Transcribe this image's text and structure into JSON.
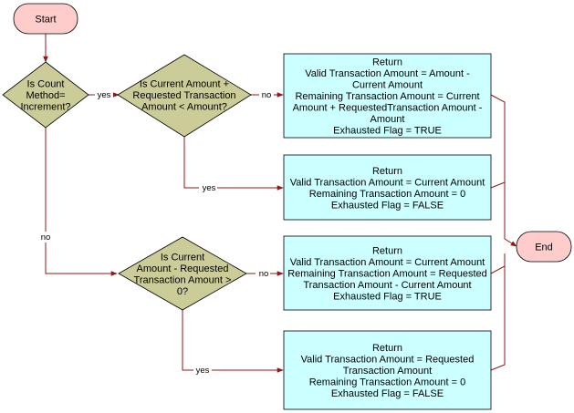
{
  "nodes": {
    "start": {
      "lines": [
        "Start"
      ]
    },
    "end": {
      "lines": [
        "End"
      ]
    },
    "decision_count_method": {
      "lines": [
        "Is Count",
        "Method=",
        "Increment?"
      ]
    },
    "decision_current_plus": {
      "lines": [
        "Is Current Amount +",
        "Requested Transaction",
        "Amount < Amount?"
      ]
    },
    "decision_current_minus": {
      "lines": [
        "Is Current",
        "Amount - Requested",
        "Transaction Amount >",
        "0?"
      ]
    },
    "return_1": {
      "lines": [
        "Return",
        "Valid Transaction Amount  = Amount -",
        "Current Amount",
        "Remaining Transaction Amount = Current",
        "Amount + RequestedTransaction Amount -",
        "Amount",
        "Exhausted Flag = TRUE"
      ]
    },
    "return_2": {
      "lines": [
        "Return",
        "Valid Transaction Amount = Current Amount",
        "Remaining Transaction Amount = 0",
        "Exhausted Flag = FALSE"
      ]
    },
    "return_3": {
      "lines": [
        "Return",
        "Valid Transaction Amount = Current Amount",
        "Remaining Transaction Amount = Requested",
        "Transaction Amount - Current Amount",
        "Exhausted Flag = TRUE"
      ]
    },
    "return_4": {
      "lines": [
        "Return",
        "Valid Transaction Amount = Requested",
        "Transaction Amount",
        "Remaining Transaction Amount = 0",
        "Exhausted Flag = FALSE"
      ]
    }
  },
  "edge_labels": {
    "yes_1": "yes",
    "no_1": "no",
    "yes_2": "yes",
    "no_2": "no",
    "no_3": "no",
    "yes_3": "yes"
  },
  "colors": {
    "terminal_fill": "#ffcccc",
    "decision_fill": "#cccc99",
    "process_fill": "#ccffff",
    "edge_stroke": "#8b1a1a"
  }
}
